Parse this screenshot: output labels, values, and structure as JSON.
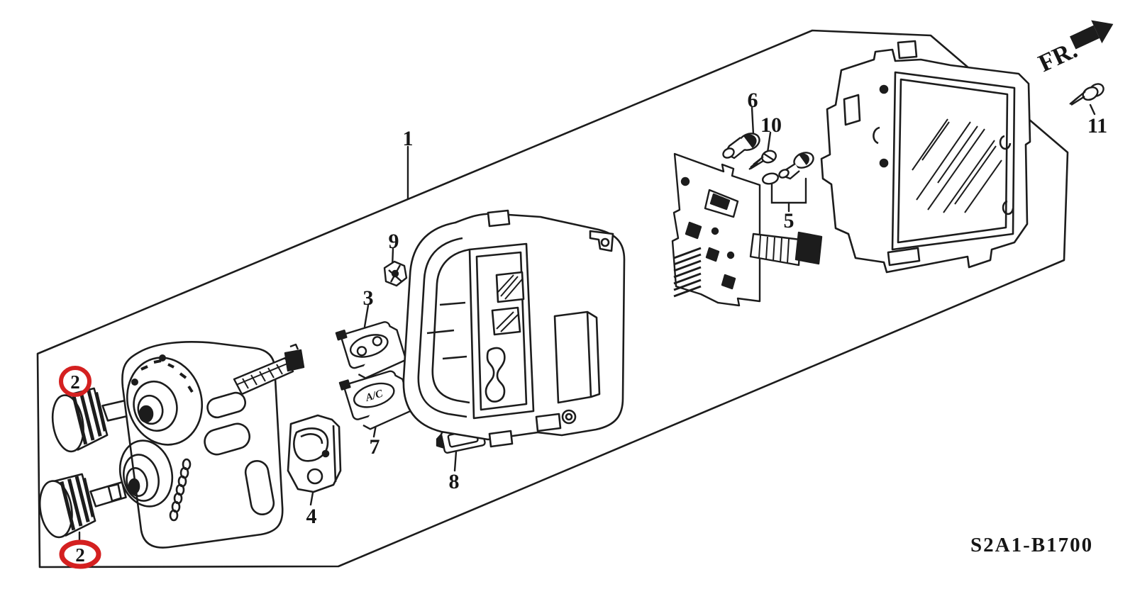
{
  "diagram": {
    "code": "S2A1-B1700",
    "direction_indicator": "FR.",
    "part_marking_ac": "A/C",
    "colors": {
      "line": "#1c1c1c",
      "callout_highlight": "#d42020",
      "background": "#ffffff"
    },
    "callouts": [
      {
        "label": "1",
        "circled": false
      },
      {
        "label": "2",
        "circled": true
      },
      {
        "label": "2",
        "circled": true
      },
      {
        "label": "3",
        "circled": false
      },
      {
        "label": "4",
        "circled": false
      },
      {
        "label": "5",
        "circled": false
      },
      {
        "label": "6",
        "circled": false
      },
      {
        "label": "7",
        "circled": false
      },
      {
        "label": "8",
        "circled": false
      },
      {
        "label": "9",
        "circled": false
      },
      {
        "label": "10",
        "circled": false
      },
      {
        "label": "11",
        "circled": false
      }
    ]
  }
}
